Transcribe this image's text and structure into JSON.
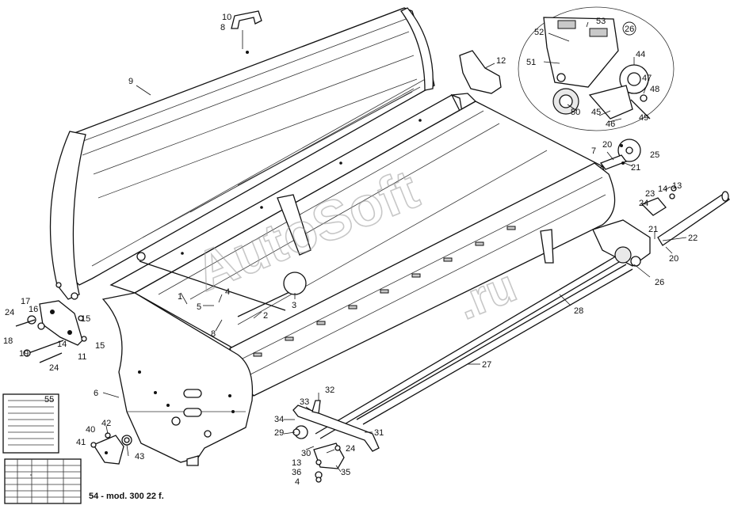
{
  "watermark": {
    "word1": "AutoSoft",
    "word2": ".ru"
  },
  "callouts": [
    {
      "id": "c10",
      "label": "10"
    },
    {
      "id": "c8a",
      "label": "8"
    },
    {
      "id": "c9",
      "label": "9"
    },
    {
      "id": "c12",
      "label": "12"
    },
    {
      "id": "c53",
      "label": "53"
    },
    {
      "id": "c26a",
      "label": "26"
    },
    {
      "id": "c52",
      "label": "52"
    },
    {
      "id": "c44",
      "label": "44"
    },
    {
      "id": "c51",
      "label": "51"
    },
    {
      "id": "c47",
      "label": "47"
    },
    {
      "id": "c48",
      "label": "48"
    },
    {
      "id": "c49",
      "label": "49"
    },
    {
      "id": "c50",
      "label": "50"
    },
    {
      "id": "c45",
      "label": "45"
    },
    {
      "id": "c46",
      "label": "46"
    },
    {
      "id": "c7",
      "label": "7"
    },
    {
      "id": "c20a",
      "label": "20"
    },
    {
      "id": "c25",
      "label": "25"
    },
    {
      "id": "c21a",
      "label": "21"
    },
    {
      "id": "c13a",
      "label": "13"
    },
    {
      "id": "c14a",
      "label": "14"
    },
    {
      "id": "c23",
      "label": "23"
    },
    {
      "id": "c24a",
      "label": "24"
    },
    {
      "id": "c21b",
      "label": "21"
    },
    {
      "id": "c22",
      "label": "22"
    },
    {
      "id": "c20b",
      "label": "20"
    },
    {
      "id": "c26b",
      "label": "26"
    },
    {
      "id": "c28",
      "label": "28"
    },
    {
      "id": "c27",
      "label": "27"
    },
    {
      "id": "c1",
      "label": "1"
    },
    {
      "id": "c4",
      "label": "4"
    },
    {
      "id": "c5",
      "label": "5"
    },
    {
      "id": "c3",
      "label": "3"
    },
    {
      "id": "c2",
      "label": "2"
    },
    {
      "id": "c8b",
      "label": "8"
    },
    {
      "id": "c24b",
      "label": "24"
    },
    {
      "id": "c17",
      "label": "17"
    },
    {
      "id": "c16",
      "label": "16"
    },
    {
      "id": "c15a",
      "label": "15"
    },
    {
      "id": "c18",
      "label": "18"
    },
    {
      "id": "c14b",
      "label": "14"
    },
    {
      "id": "c15b",
      "label": "15"
    },
    {
      "id": "c19",
      "label": "19"
    },
    {
      "id": "c11",
      "label": "11"
    },
    {
      "id": "c24c",
      "label": "24"
    },
    {
      "id": "c6",
      "label": "6"
    },
    {
      "id": "c55",
      "label": "55"
    },
    {
      "id": "c42",
      "label": "42"
    },
    {
      "id": "c40",
      "label": "40"
    },
    {
      "id": "c41",
      "label": "41"
    },
    {
      "id": "c43",
      "label": "43"
    },
    {
      "id": "c32",
      "label": "32"
    },
    {
      "id": "c33",
      "label": "33"
    },
    {
      "id": "c34",
      "label": "34"
    },
    {
      "id": "c29",
      "label": "29"
    },
    {
      "id": "c31",
      "label": "31"
    },
    {
      "id": "c30",
      "label": "30"
    },
    {
      "id": "c24d",
      "label": "24"
    },
    {
      "id": "c13b",
      "label": "13"
    },
    {
      "id": "c36",
      "label": "36"
    },
    {
      "id": "c35",
      "label": "35"
    },
    {
      "id": "c4b",
      "label": "4"
    }
  ],
  "footnote": "54 - mod. 300 22 f."
}
